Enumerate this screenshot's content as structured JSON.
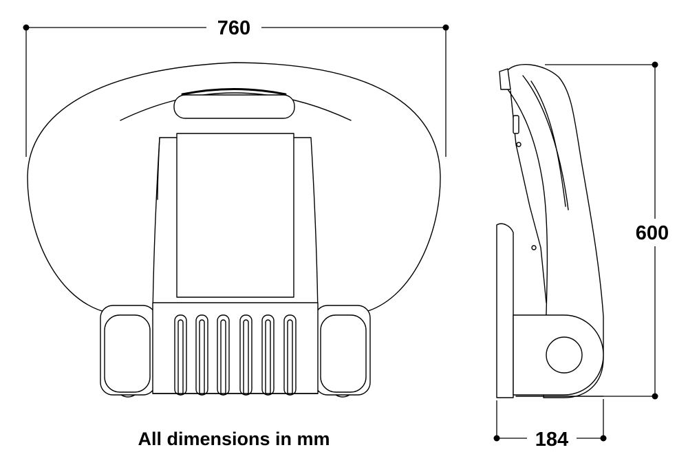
{
  "dimensions": {
    "width": "760",
    "height": "600",
    "depth": "184"
  },
  "note": "All dimensions in mm"
}
